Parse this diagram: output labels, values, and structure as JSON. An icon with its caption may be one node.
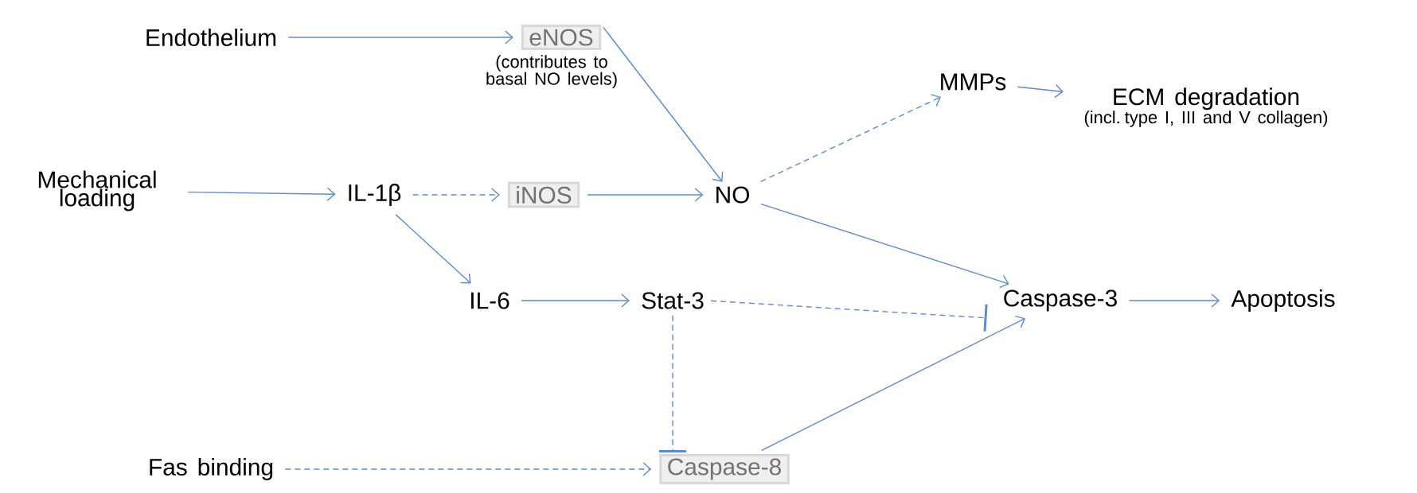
{
  "diagram": {
    "nodes": [
      {
        "text": [
          "Endothelium"
        ]
      },
      {
        "text": [
          "eNOS"
        ],
        "beside": [
          "(contributes to basal NO levels)"
        ]
      },
      {
        "text": [
          "Mechanical loading"
        ]
      },
      {
        "text": [
          "IL-1β"
        ]
      },
      {
        "text": [
          "iNOS"
        ]
      },
      {
        "text": [
          "NO"
        ]
      },
      {
        "text": [
          "MMPs"
        ]
      },
      {
        "text": [
          "ECM degradation",
          "(incl. type I, III and V collagen)"
        ]
      },
      {
        "text": [
          "IL-6"
        ]
      },
      {
        "text": [
          "Stat-3"
        ]
      },
      {
        "text": [
          "Caspase-3"
        ]
      },
      {
        "text": [
          "Apoptosis"
        ]
      },
      {
        "text": [
          "Fas binding"
        ]
      },
      {
        "text": [
          "Caspase-8"
        ]
      }
    ],
    "edges": [
      {
        "from": 0,
        "to": 1,
        "arrow": "to"
      },
      {
        "from": 1,
        "to": 5,
        "arrow": "to"
      },
      {
        "from": 2,
        "to": 3,
        "arrow": "to"
      },
      {
        "from": 3,
        "to": 4,
        "arrow": "to",
        "style": "dashed"
      },
      {
        "from": 4,
        "to": 5,
        "arrow": "to"
      },
      {
        "from": 5,
        "to": 6,
        "arrow": "to",
        "style": "dashed"
      },
      {
        "from": 6,
        "to": 7,
        "arrow": "to"
      },
      {
        "from": 3,
        "to": 8,
        "arrow": "to"
      },
      {
        "from": 8,
        "to": 9,
        "arrow": "to"
      },
      {
        "from": 9,
        "to": 10,
        "arrow": "other",
        "style": "dashed"
      },
      {
        "from": 9,
        "to": 13,
        "arrow": "other",
        "style": "dashed"
      },
      {
        "from": 5,
        "to": 10,
        "arrow": "to"
      },
      {
        "from": 13,
        "to": 10,
        "arrow": "to"
      },
      {
        "from": 10,
        "to": 11,
        "arrow": "to"
      },
      {
        "from": 12,
        "to": 13,
        "arrow": "to",
        "style": "dashed"
      }
    ]
  }
}
